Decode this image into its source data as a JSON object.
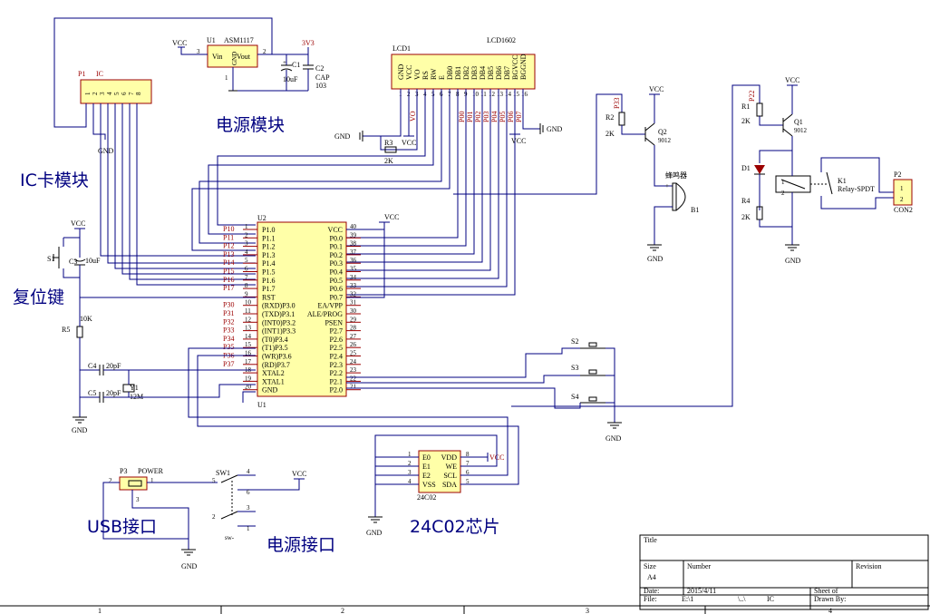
{
  "blocks": {
    "power_module": "电源模块",
    "ic_card_module": "IC卡模块",
    "reset_key": "复位键",
    "usb_port": "USB接口",
    "power_port": "电源接口",
    "eeprom": "24C02芯片"
  },
  "nets": {
    "vcc": "VCC",
    "gnd": "GND",
    "v3v3": "3V3",
    "vo": "VO"
  },
  "u1": {
    "designator": "U2",
    "footer": "U1",
    "left_pins": [
      {
        "num": "1",
        "name": "P1.0",
        "net": "P10"
      },
      {
        "num": "2",
        "name": "P1.1",
        "net": "P11"
      },
      {
        "num": "3",
        "name": "P1.2",
        "net": "P12"
      },
      {
        "num": "4",
        "name": "P1.3",
        "net": "P13"
      },
      {
        "num": "5",
        "name": "P1.4",
        "net": "P14"
      },
      {
        "num": "6",
        "name": "P1.5",
        "net": "P15"
      },
      {
        "num": "7",
        "name": "P1.6",
        "net": "P16"
      },
      {
        "num": "8",
        "name": "P1.7",
        "net": "P17"
      },
      {
        "num": "9",
        "name": "RST",
        "net": ""
      },
      {
        "num": "10",
        "name": "(RXD)P3.0",
        "net": "P30"
      },
      {
        "num": "11",
        "name": "(TXD)P3.1",
        "net": "P31"
      },
      {
        "num": "12",
        "name": "(INT0)P3.2",
        "net": "P32"
      },
      {
        "num": "13",
        "name": "(INT1)P3.3",
        "net": "P33"
      },
      {
        "num": "14",
        "name": "(T0)P3.4",
        "net": "P34"
      },
      {
        "num": "15",
        "name": "(T1)P3.5",
        "net": "P35"
      },
      {
        "num": "16",
        "name": "(WR)P3.6",
        "net": "P36"
      },
      {
        "num": "17",
        "name": "(RD)P3.7",
        "net": "P37"
      },
      {
        "num": "18",
        "name": "XTAL2",
        "net": ""
      },
      {
        "num": "19",
        "name": "XTAL1",
        "net": ""
      },
      {
        "num": "20",
        "name": "GND",
        "net": ""
      }
    ],
    "right_pins": [
      {
        "num": "40",
        "name": "VCC"
      },
      {
        "num": "39",
        "name": "P0.0"
      },
      {
        "num": "38",
        "name": "P0.1"
      },
      {
        "num": "37",
        "name": "P0.2"
      },
      {
        "num": "36",
        "name": "P0.3"
      },
      {
        "num": "35",
        "name": "P0.4"
      },
      {
        "num": "34",
        "name": "P0.5"
      },
      {
        "num": "33",
        "name": "P0.6"
      },
      {
        "num": "32",
        "name": "P0.7"
      },
      {
        "num": "31",
        "name": "EA/VPP"
      },
      {
        "num": "30",
        "name": "ALE/PROG"
      },
      {
        "num": "29",
        "name": "PSEN"
      },
      {
        "num": "28",
        "name": "P2.7"
      },
      {
        "num": "27",
        "name": "P2.6"
      },
      {
        "num": "26",
        "name": "P2.5"
      },
      {
        "num": "25",
        "name": "P2.4"
      },
      {
        "num": "24",
        "name": "P2.3"
      },
      {
        "num": "23",
        "name": "P2.2"
      },
      {
        "num": "22",
        "name": "P2.1"
      },
      {
        "num": "21",
        "name": "P2.0"
      }
    ]
  },
  "lcd": {
    "designator": "LCD1",
    "value": "LCD1602",
    "pins": [
      {
        "num": "1",
        "name": "GND"
      },
      {
        "num": "2",
        "name": "VCC"
      },
      {
        "num": "3",
        "name": "VO"
      },
      {
        "num": "4",
        "name": "RS"
      },
      {
        "num": "5",
        "name": "RW"
      },
      {
        "num": "6",
        "name": "E"
      },
      {
        "num": "7",
        "name": "DB0"
      },
      {
        "num": "8",
        "name": "DB1"
      },
      {
        "num": "9",
        "name": "DB2"
      },
      {
        "num": "10",
        "name": "DB3"
      },
      {
        "num": "11",
        "name": "DB4"
      },
      {
        "num": "12",
        "name": "DB5"
      },
      {
        "num": "13",
        "name": "DB6"
      },
      {
        "num": "14",
        "name": "DB7"
      },
      {
        "num": "15",
        "name": "BGVCC"
      },
      {
        "num": "16",
        "name": "BGGND"
      }
    ],
    "bus_labels": [
      "P00",
      "P01",
      "P02",
      "P03",
      "P04",
      "P05",
      "P06",
      "P07"
    ]
  },
  "ic_header": {
    "designator": "P1",
    "value": "IC",
    "pins": [
      "1",
      "2",
      "3",
      "4",
      "5",
      "6",
      "7",
      "8"
    ]
  },
  "regulator": {
    "designator": "U1",
    "value": "ASM1117",
    "vin": "Vin",
    "vout": "Vout",
    "gnd": "GND",
    "pin_in": "3",
    "pin_out": "2",
    "pin_gnd": "1"
  },
  "caps": {
    "c1": "C1",
    "c1_value": "10uF",
    "c2": "C2",
    "c2_value": "CAP",
    "c2_code": "103",
    "c3": "C3",
    "c3_value": "10uF",
    "c4": "C4",
    "c4_value": "20pF",
    "c5": "C5",
    "c5_value": "20pF"
  },
  "resistors": {
    "r1": "R1",
    "r1_value": "2K",
    "r2": "R2",
    "r2_value": "2K",
    "r3": "R3",
    "r3_value": "2K",
    "r4": "R4",
    "r4_value": "2K",
    "r5": "R5",
    "r5_value": "10K"
  },
  "crystal": {
    "designator": "Y1",
    "value": "12M"
  },
  "buzzer": {
    "designator": "B1",
    "label": "蜂鸣器",
    "net": "P33"
  },
  "transistors": {
    "q1": "Q1",
    "q1_value": "9012",
    "q2": "Q2",
    "q2_value": "9012"
  },
  "relay": {
    "designator": "K1",
    "value": "Relay-SPDT",
    "diode": "D1",
    "net": "P22",
    "pins": [
      "1",
      "2"
    ]
  },
  "con2": {
    "designator": "P2",
    "value": "CON2",
    "pins": [
      "1",
      "2"
    ]
  },
  "switches": {
    "s1": "S1",
    "s2": "S2",
    "s3": "S3",
    "s4": "S4"
  },
  "usb": {
    "designator": "P3",
    "value": "POWER",
    "pins": [
      "1",
      "2",
      "3"
    ]
  },
  "sw1": {
    "designator": "SW1",
    "value": "sw-",
    "pins": [
      "4",
      "5",
      "6",
      "3",
      "2",
      "1"
    ]
  },
  "eeprom_chip": {
    "value": "24C02",
    "left": [
      "E0",
      "E1",
      "E2",
      "VSS"
    ],
    "right": [
      "VDD",
      "WE",
      "SCL",
      "SDA"
    ],
    "left_nums": [
      "1",
      "2",
      "3",
      "4"
    ],
    "right_nums": [
      "8",
      "7",
      "6",
      "5"
    ]
  },
  "title_block": {
    "title": "Title",
    "size_label": "Size",
    "size": "A4",
    "number_label": "Number",
    "revision_label": "Revision",
    "date_label": "Date:",
    "date": "2015/4/11",
    "file_label": "File:",
    "file": "E:\\1",
    "file_mid": "\\..\\",
    "file_name": "IC",
    "sheet_label": "Sheet    of",
    "drawn_label": "Drawn By:"
  },
  "border_zones": [
    "1",
    "2",
    "3",
    "4"
  ]
}
